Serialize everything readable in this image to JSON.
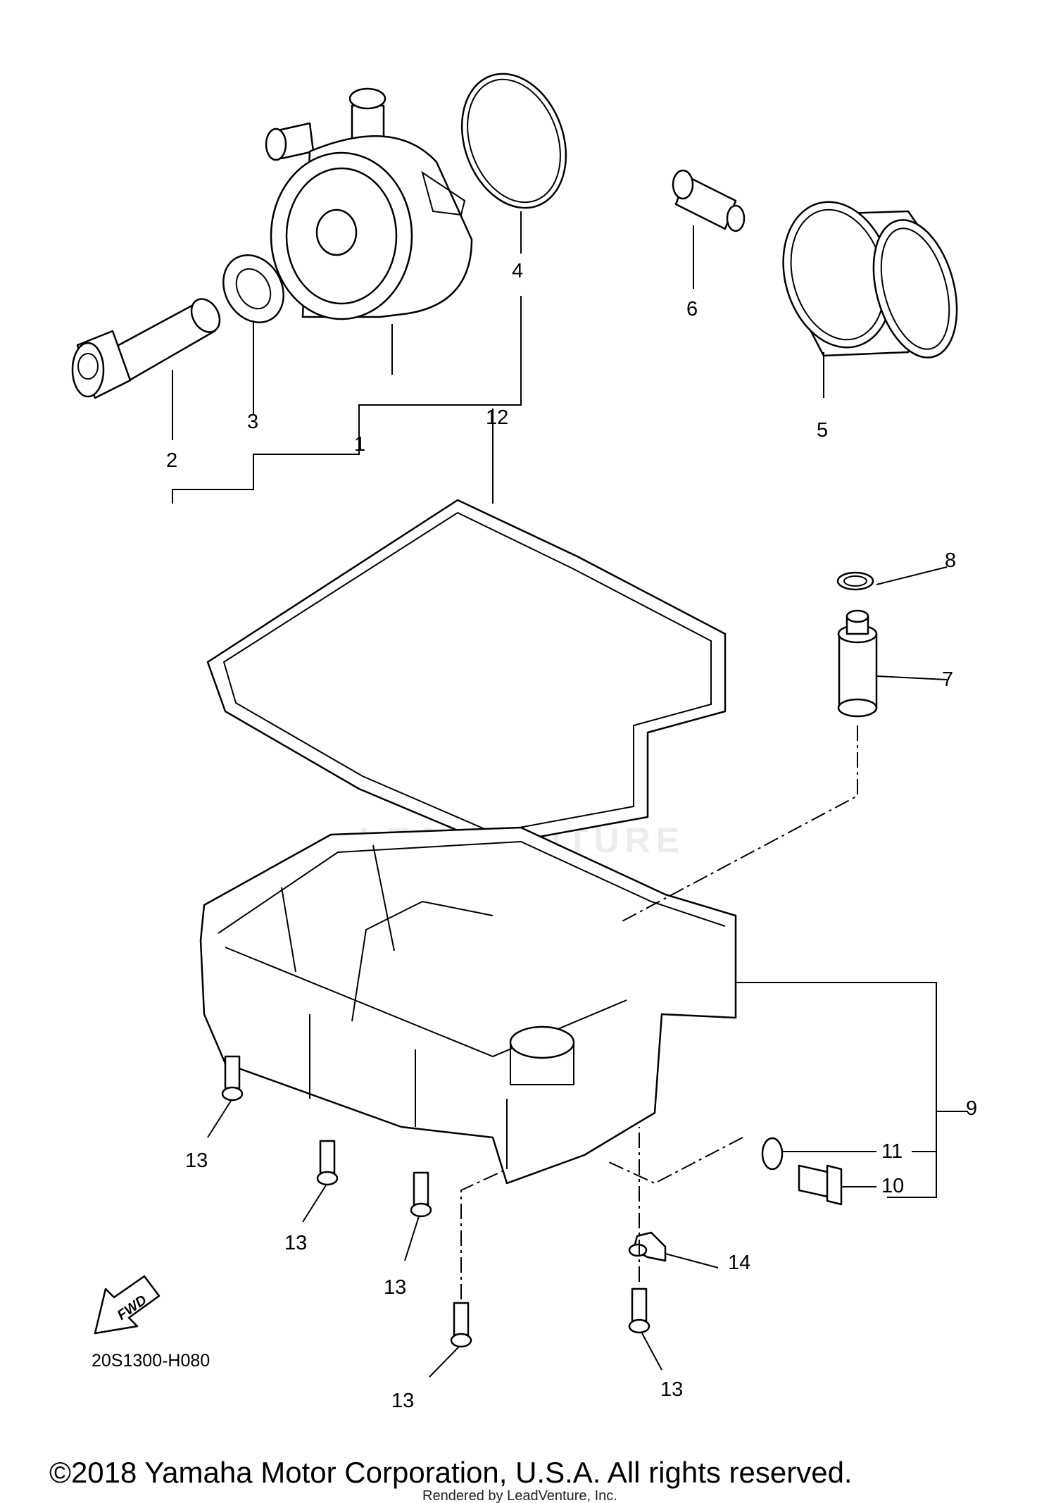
{
  "diagram": {
    "callouts": [
      "1",
      "2",
      "3",
      "4",
      "5",
      "6",
      "7",
      "8",
      "9",
      "10",
      "11",
      "12",
      "13",
      "14"
    ],
    "diagram_code": "20S1300-H080",
    "fwd_label": "FWD",
    "watermark_text": "LEADVENTURE",
    "copyright": "©2018 Yamaha Motor Corporation, U.S.A. All rights reserved.",
    "rendered_by": "Rendered by LeadVenture, Inc."
  }
}
